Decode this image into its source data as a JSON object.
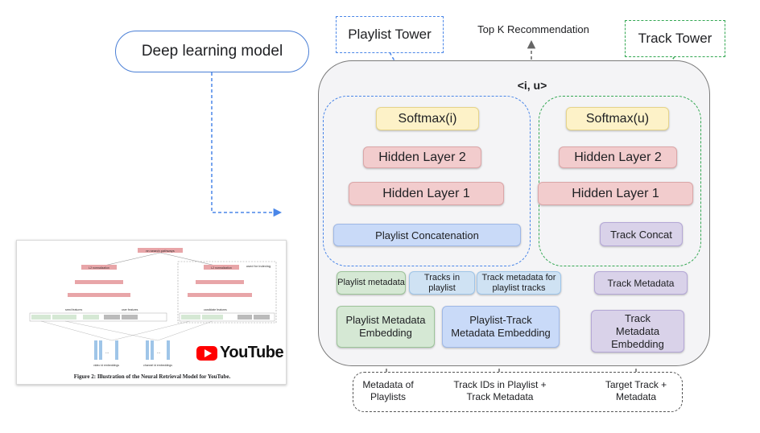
{
  "model_label": "Deep learning model",
  "top_output": {
    "label": "Top K Recommendation",
    "pair": "<i, u>"
  },
  "towers": {
    "playlist": {
      "title": "Playlist Tower"
    },
    "track": {
      "title": "Track Tower"
    }
  },
  "playlist_tower": {
    "softmax": "Softmax(i)",
    "hidden2": "Hidden Layer 2",
    "hidden1": "Hidden Layer 1",
    "concat": "Playlist Concatenation"
  },
  "track_tower": {
    "softmax": "Softmax(u)",
    "hidden2": "Hidden Layer 2",
    "hidden1": "Hidden Layer 1",
    "concat": "Track Concat"
  },
  "features": {
    "playlist_metadata": "Playlist metadata",
    "tracks_in_playlist": "Tracks in playlist",
    "track_metadata_for_playlist": "Track metadata for playlist tracks",
    "track_metadata": "Track Metadata"
  },
  "embeddings": {
    "playlist_metadata": "Playlist Metadata Embedding",
    "playlist_track": "Playlist-Track Metadata Embedding",
    "track_metadata": "Track Metadata Embedding"
  },
  "inputs": {
    "playlists": "Metadata of Playlists",
    "track_ids": "Track IDs in Playlist + Track Metadata",
    "target_track": "Target Track + Metadata"
  },
  "thumbnail": {
    "nodes": {
      "top": "nn search pathways",
      "l2_left": "L2 normalization",
      "l2_right": "L2 normalization",
      "used_for_indexing": "used for indexing",
      "seed_features": "seed features",
      "user_features": "user features",
      "candidate_features": "candidate features",
      "video_embeddings": "video id embeddings",
      "channel_embeddings": "channel id embeddings"
    },
    "caption": "Figure 2: Illustration of the Neural Retrieval Model for YouTube.",
    "brand": "YouTube"
  },
  "colors": {
    "blue_arrow": "#4a86e8",
    "green_arrow": "#34a853",
    "youtube_red": "#ff0000"
  }
}
